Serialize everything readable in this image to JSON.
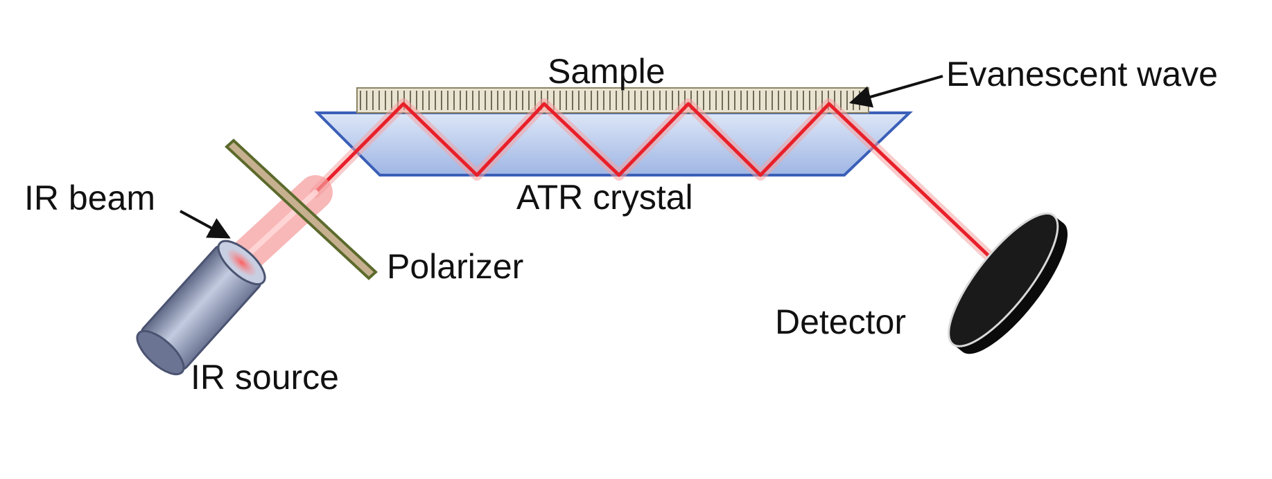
{
  "labels": {
    "sample": "Sample",
    "evanescent_wave": "Evanescent wave",
    "ir_beam": "IR beam",
    "atr_crystal": "ATR crystal",
    "polarizer": "Polarizer",
    "detector": "Detector",
    "ir_source": "IR source"
  },
  "colors": {
    "beam": "#e8202a",
    "beam_glow": "#f59a9a",
    "crystal_fill_top": "#dde6f7",
    "crystal_fill_bottom": "#9fb6e4",
    "crystal_edge": "#3a5fb8",
    "sample_fill": "#cfc8ae",
    "polarizer_fill": "#c7b08f",
    "polarizer_edge": "#5b6a2c",
    "detector_fill": "#0b0b0b",
    "source_fill_light": "#b9c2d8",
    "source_fill_dark": "#5d6784",
    "text": "#111111"
  }
}
